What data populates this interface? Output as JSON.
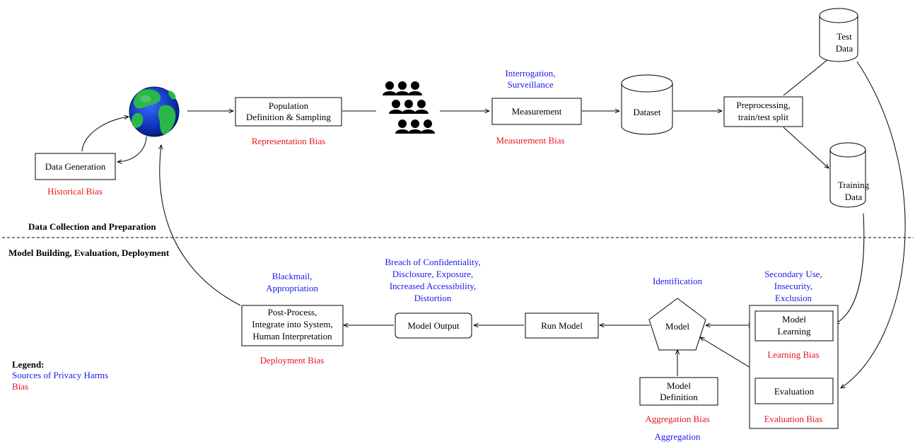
{
  "colors": {
    "bias": "#e8141a",
    "harm": "#1a1aee"
  },
  "sections": {
    "top": "Data Collection and Preparation",
    "bottom": "Model Building, Evaluation, Deployment"
  },
  "icons": {
    "world": "globe-icon",
    "people": "people-crowd-icon"
  },
  "nodes": {
    "data_generation": "Data Generation",
    "population": [
      "Population",
      "Definition & Sampling"
    ],
    "measurement": "Measurement",
    "dataset": "Dataset",
    "preprocessing": [
      "Preprocessing,",
      "train/test split"
    ],
    "test_data": [
      "Test",
      "Data"
    ],
    "training_data": [
      "Training",
      "Data"
    ],
    "model_learning": [
      "Model",
      "Learning"
    ],
    "evaluation": "Evaluation",
    "model": "Model",
    "model_definition": [
      "Model",
      "Definition"
    ],
    "run_model": "Run Model",
    "model_output": "Model Output",
    "post_process": [
      "Post-Process,",
      "Integrate into System,",
      "Human Interpretation"
    ]
  },
  "biases": {
    "historical": "Historical Bias",
    "representation": "Representation Bias",
    "measurement": "Measurement Bias",
    "learning": "Learning Bias",
    "evaluation": "Evaluation Bias",
    "aggregation": "Aggregation Bias",
    "deployment": "Deployment Bias"
  },
  "harms": {
    "measurement": [
      "Interrogation,",
      "Surveillance"
    ],
    "model": "Identification",
    "learning": [
      "Secondary Use,",
      "Insecurity,",
      "Exclusion"
    ],
    "aggregation": "Aggregation",
    "output": [
      "Breach of Confidentiality,",
      "Disclosure, Exposure,",
      "Increased Accessibility,",
      "Distortion"
    ],
    "deployment": [
      "Blackmail,",
      "Appropriation"
    ]
  },
  "legend": {
    "title": "Legend:",
    "harms": "Sources of Privacy Harms",
    "bias": "Bias"
  }
}
